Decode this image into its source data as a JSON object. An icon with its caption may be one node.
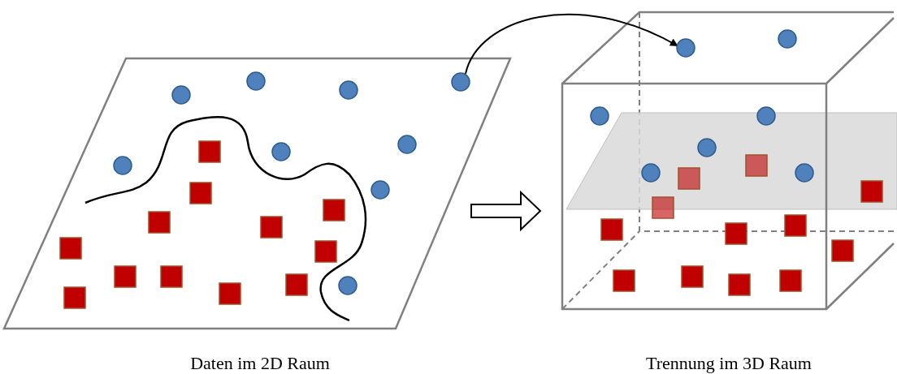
{
  "diagram": {
    "nodes": [
      {
        "text": [],
        "shape": "parallelogram",
        "beside": [
          "Daten im 2D Raum"
        ]
      },
      {
        "text": [],
        "shape": "circle",
        "in": 0
      },
      {
        "text": [],
        "shape": "cube",
        "beside": [
          "Trennung im 3D Raum"
        ]
      },
      {
        "text": [],
        "shape": "circle",
        "in": 2
      },
      {
        "text": [],
        "shape": "circle",
        "in": 0
      },
      {
        "text": [],
        "shape": "circle",
        "in": 0
      },
      {
        "text": [],
        "shape": "circle",
        "in": 0
      },
      {
        "text": [],
        "shape": "circle",
        "in": 0
      },
      {
        "text": [],
        "shape": "circle",
        "in": 0
      },
      {
        "text": [],
        "shape": "circle",
        "in": 0
      },
      {
        "text": [],
        "shape": "circle",
        "in": 0
      },
      {
        "text": [],
        "shape": "circle",
        "in": 0
      },
      {
        "text": [],
        "shape": "circle",
        "in": 2
      },
      {
        "text": [],
        "shape": "circle",
        "in": 2
      },
      {
        "text": [],
        "shape": "circle",
        "in": 2
      },
      {
        "text": [],
        "shape": "circle",
        "in": 2
      },
      {
        "text": [],
        "shape": "circle",
        "in": 2
      },
      {
        "text": [],
        "shape": "circle",
        "in": 2
      }
    ],
    "edges": [
      {
        "from": 1,
        "to": 3,
        "arrow": "to"
      },
      {
        "from": 0,
        "to": 2,
        "arrow": "to",
        "style": "thick"
      }
    ]
  }
}
